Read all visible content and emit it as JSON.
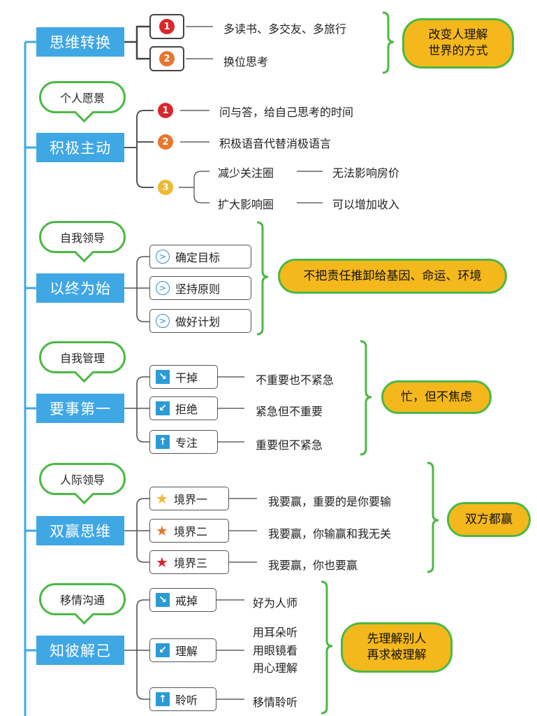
{
  "habits": [
    {
      "title": "思维转换",
      "items": [
        {
          "badge": "1",
          "text": "多读书、多交友、多旅行"
        },
        {
          "badge": "2",
          "text": "换位思考"
        }
      ],
      "summary": "改变人理解\n世界的方式"
    },
    {
      "title": "积极主动",
      "bubble": "个人愿景",
      "items": [
        {
          "badge": "1",
          "text": "问与答，给自己思考的时间"
        },
        {
          "badge": "2",
          "text": "积极语音代替消极语言"
        },
        {
          "badge": "3",
          "sub": [
            {
              "label": "减少关注圈",
              "result": "无法影响房价"
            },
            {
              "label": "扩大影响圈",
              "result": "可以增加收入"
            }
          ]
        }
      ]
    },
    {
      "title": "以终为始",
      "bubble": "自我领导",
      "items": [
        {
          "icon": "chevron-right-icon",
          "label": "确定目标"
        },
        {
          "icon": "chevron-right-icon",
          "label": "坚持原则"
        },
        {
          "icon": "chevron-right-icon",
          "label": "做好计划"
        }
      ],
      "summary": "不把责任推卸给基因、命运、环境"
    },
    {
      "title": "要事第一",
      "bubble": "自我管理",
      "items": [
        {
          "icon": "arrow-down-right-icon",
          "label": "干掉",
          "text": "不重要也不紧急"
        },
        {
          "icon": "arrow-down-left-icon",
          "label": "拒绝",
          "text": "紧急但不重要"
        },
        {
          "icon": "arrow-up-icon",
          "label": "专注",
          "text": "重要但不紧急"
        }
      ],
      "summary": "忙，但不焦虑"
    },
    {
      "title": "双赢思维",
      "bubble": "人际领导",
      "items": [
        {
          "icon": "star-icon",
          "color": "#f2b731",
          "label": "境界一",
          "text": "我要赢，重要的是你要输"
        },
        {
          "icon": "star-icon",
          "color": "#e8762e",
          "label": "境界二",
          "text": "我要赢，你输赢和我无关"
        },
        {
          "icon": "star-icon",
          "color": "#d8282c",
          "label": "境界三",
          "text": "我要赢，你也要赢"
        }
      ],
      "summary": "双方都赢"
    },
    {
      "title": "知彼解己",
      "bubble": "移情沟通",
      "items": [
        {
          "icon": "arrow-down-right-icon",
          "label": "戒掉",
          "text": "好为人师"
        },
        {
          "icon": "arrow-down-left-icon",
          "label": "理解",
          "lines": [
            "用耳朵听",
            "用眼镜看",
            "用心理解"
          ]
        },
        {
          "icon": "arrow-up-icon",
          "label": "聆听",
          "text": "移情聆听"
        }
      ],
      "summary": "先理解别人\n再求被理解"
    }
  ],
  "colors": {
    "main_node": "#3fa7e4",
    "spine": "#3fa7e4",
    "bubble_border": "#4cb845",
    "bracket": "#4cb845",
    "summary_fill": "#f5b81c",
    "badge_1": "#d8282c",
    "badge_2": "#e8762e",
    "badge_3": "#f2b731",
    "arrow_icon": "#2b9bd6"
  }
}
